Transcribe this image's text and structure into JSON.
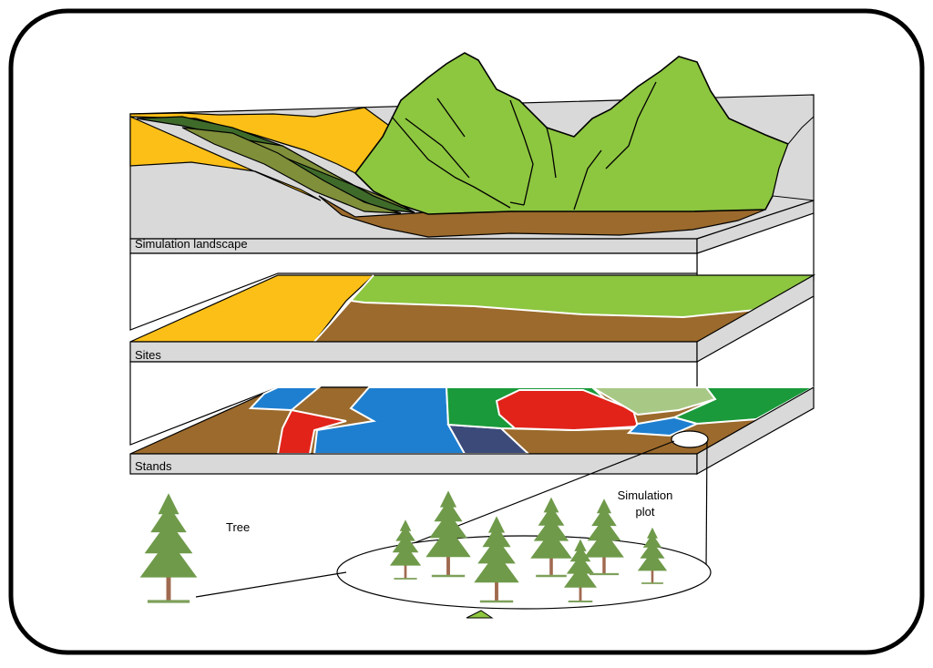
{
  "labels": {
    "landscape": "Simulation landscape",
    "sites": "Sites",
    "stands": "Stands",
    "tree": "Tree",
    "plot_line1": "Simulation",
    "plot_line2": "plot"
  },
  "colors": {
    "frame": "#000000",
    "grey_side": "#d9d9d9",
    "mountain_green": "#8dc63f",
    "soil_brown": "#9b6a2c",
    "yellow": "#fbbf17",
    "dark_green": "#3f6b2a",
    "olive": "#7f8f3a",
    "stand_blue": "#1e7fd0",
    "stand_red": "#e2231a",
    "stand_green": "#1a9a3a",
    "stand_navy": "#3c4a7a",
    "pale_green": "#a8c886",
    "tree_green": "#6f9a4a",
    "trunk": "#a06a50"
  }
}
